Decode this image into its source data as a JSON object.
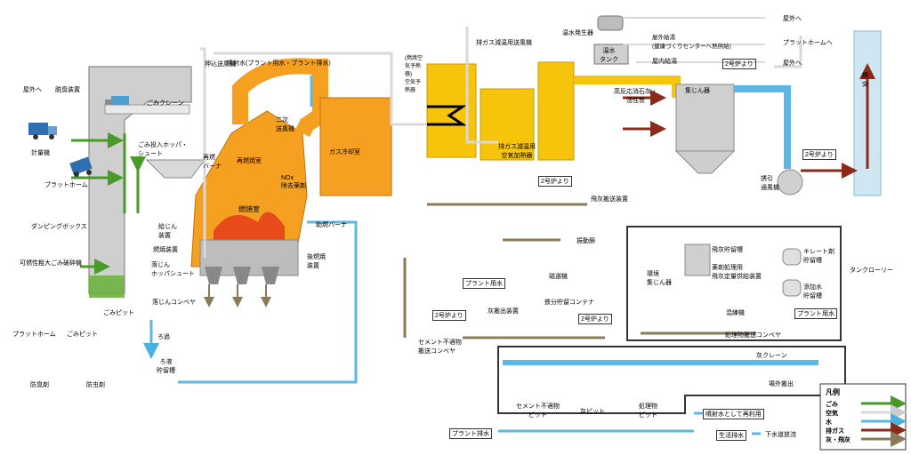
{
  "labels": {
    "deodorizer_outside": "屋外へ",
    "deodorizer": "脱臭装置",
    "crane": "ごみクレーン",
    "platform_hopper": "ごみ投入ホッパ・\nシュート",
    "scale": "計量機",
    "platform": "プラットホーム",
    "dumping_box": "ダンピングボックス",
    "shredder": "可燃性粗大ごみ破砕機",
    "pit": "ごみピット",
    "filtrate": "ろ過",
    "filtrate_tank": "ろ液\n貯留槽",
    "platform2": "プラットホーム",
    "pit2": "ごみピット",
    "deodorant": "防臭剤",
    "insecticide": "防虫剤",
    "push_fan": "押込送風機",
    "spray_water": "噴射水(プラント用水・プラント排水)",
    "combustion_air_preheater": "(燃焼空気予熱器)\n空気予熱器",
    "secondary_fan": "二次\n送風機",
    "reburn_burner": "再燃\nバーナ",
    "reburn_chamber": "再燃焼室",
    "nox": "NOx\n除去薬剤",
    "gas_cooler": "ガス冷却室",
    "furnace": "燃焼室",
    "feeder": "給じん\n装置",
    "grate": "燃焼装置",
    "ash_hopper": "落じん\nホッパシュート",
    "start_burner": "助燃バーナ",
    "post_grate": "後燃焼\n装置",
    "ash_conveyor": "落じんコンベヤ",
    "exhaust_reheat_fan": "排ガス減温用送風機",
    "exhaust_reheater": "排ガス減温用\n空気加熱器",
    "hot_water_gen": "温水発生器",
    "hot_water_tank": "温水\nタンク",
    "outdoor_bath": "屋外給湯\n(健康づくりセンターへ熱供給)",
    "indoor_bath": "屋内給湯",
    "outside1": "屋外へ",
    "platform_to": "プラットホームへ",
    "outside2": "屋外へ",
    "from2_a": "2号炉より",
    "lime": "高反応消石灰・\n活性炭",
    "bag_filter": "集じん器",
    "stack": "煙\n突",
    "from2_b": "2号炉より",
    "induced_fan": "誘引\n通風機",
    "from2_c": "2号炉より",
    "fly_ash_conveyor": "飛灰搬送装置",
    "vibrating_screen": "振動篩",
    "fly_ash_tank": "飛灰貯留槽",
    "env_dust": "環境\n集じん器",
    "chelate_tank": "キレート剤\n貯留槽",
    "tank_lorry": "タンクローリー",
    "chem_supply": "薬剤処理用\n飛灰定量供給装置",
    "additive_tank": "添加水\n貯留槽",
    "kneader": "混練機",
    "plant_drain": "プラント用水",
    "plant_water": "プラント用水",
    "magnetic": "磁選機",
    "iron_container": "鉄分貯留コンテナ",
    "ash_out": "灰搬出装置",
    "from2_d": "2号炉より",
    "from2_e": "2号炉より",
    "cement_conveyor": "セメント不適物\n搬送コンベヤ",
    "treated_conveyor": "処理物搬送コンベヤ",
    "ash_crane": "灰クレーン",
    "outside_carry": "場外搬出",
    "cement_pit": "セメント不適物\nピット",
    "ash_pit": "灰ピット",
    "treated_pit": "処理物\nピット",
    "reuse": "噴射水として再利用",
    "plant_effluent": "プラント排水",
    "domestic": "生活排水",
    "sewer": "下水道放流"
  },
  "legend": {
    "title": "凡例",
    "items": [
      {
        "label": "ごみ",
        "color": "#4a9a2a"
      },
      {
        "label": "空気",
        "color": "#d9d9d9"
      },
      {
        "label": "水",
        "color": "#5bb8e6"
      },
      {
        "label": "排ガス",
        "color": "#8b2a1a"
      },
      {
        "label": "灰・飛灰",
        "color": "#8a7a5a"
      }
    ]
  },
  "colors": {
    "orange": "#f5a020",
    "yellow": "#f6c40a",
    "gray_equipment": "#cfcfcf",
    "blue_stack": "#cfe7f2"
  }
}
